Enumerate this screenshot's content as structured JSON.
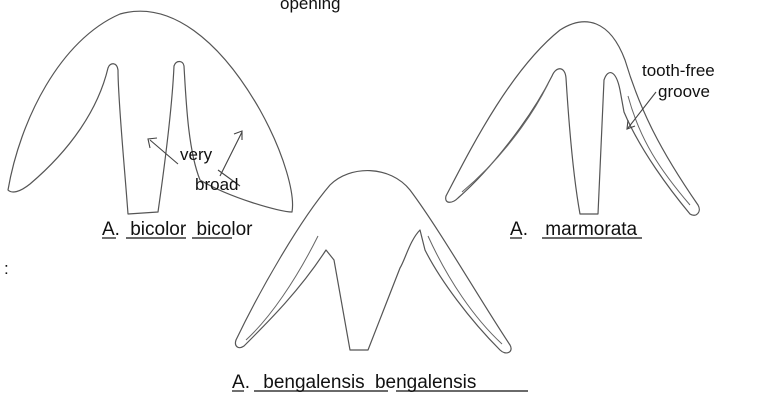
{
  "top_text": "opening",
  "specimens": [
    {
      "genus": "A.",
      "species": "bicolor",
      "subspecies": "bicolor"
    },
    {
      "genus": "A",
      "dot": ".",
      "species": "marmorata"
    },
    {
      "genus": "A",
      "dot": ".",
      "species": "bengalensis",
      "subspecies": "bengalensis"
    }
  ],
  "annotations": {
    "very": "very",
    "broad": "broad",
    "tooth_free_1": "tooth-free",
    "tooth_free_2": "groove"
  },
  "margin_mark": ":"
}
